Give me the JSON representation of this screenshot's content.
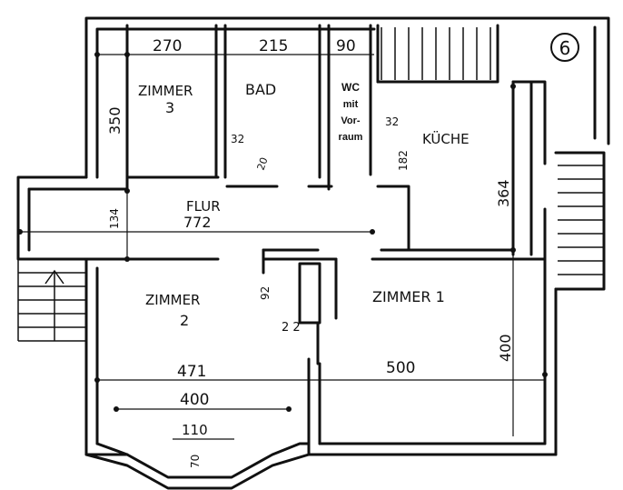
{
  "rooms": {
    "zimmer3_name": "ZIMMER",
    "zimmer3_num": "3",
    "bad": "BAD",
    "wc_l1": "WC",
    "wc_l2": "mit",
    "wc_l3": "Vor-",
    "wc_l4": "raum",
    "kueche": "KÜCHE",
    "flur": "FLUR",
    "zimmer2_name": "ZIMMER",
    "zimmer2_num": "2",
    "zimmer1": "ZIMMER 1"
  },
  "dimensions": {
    "w270": "270",
    "w215": "215",
    "w90": "90",
    "h350": "350",
    "d32a": "32",
    "d20": "20",
    "d32b": "32",
    "d182": "182",
    "h364": "364",
    "h134": "134",
    "flur_len": "772",
    "h92": "92",
    "d22": "2 2",
    "w471": "471",
    "w500": "500",
    "w400": "400",
    "h400": "400",
    "w110": "110",
    "d70": "70"
  },
  "marker": "6"
}
